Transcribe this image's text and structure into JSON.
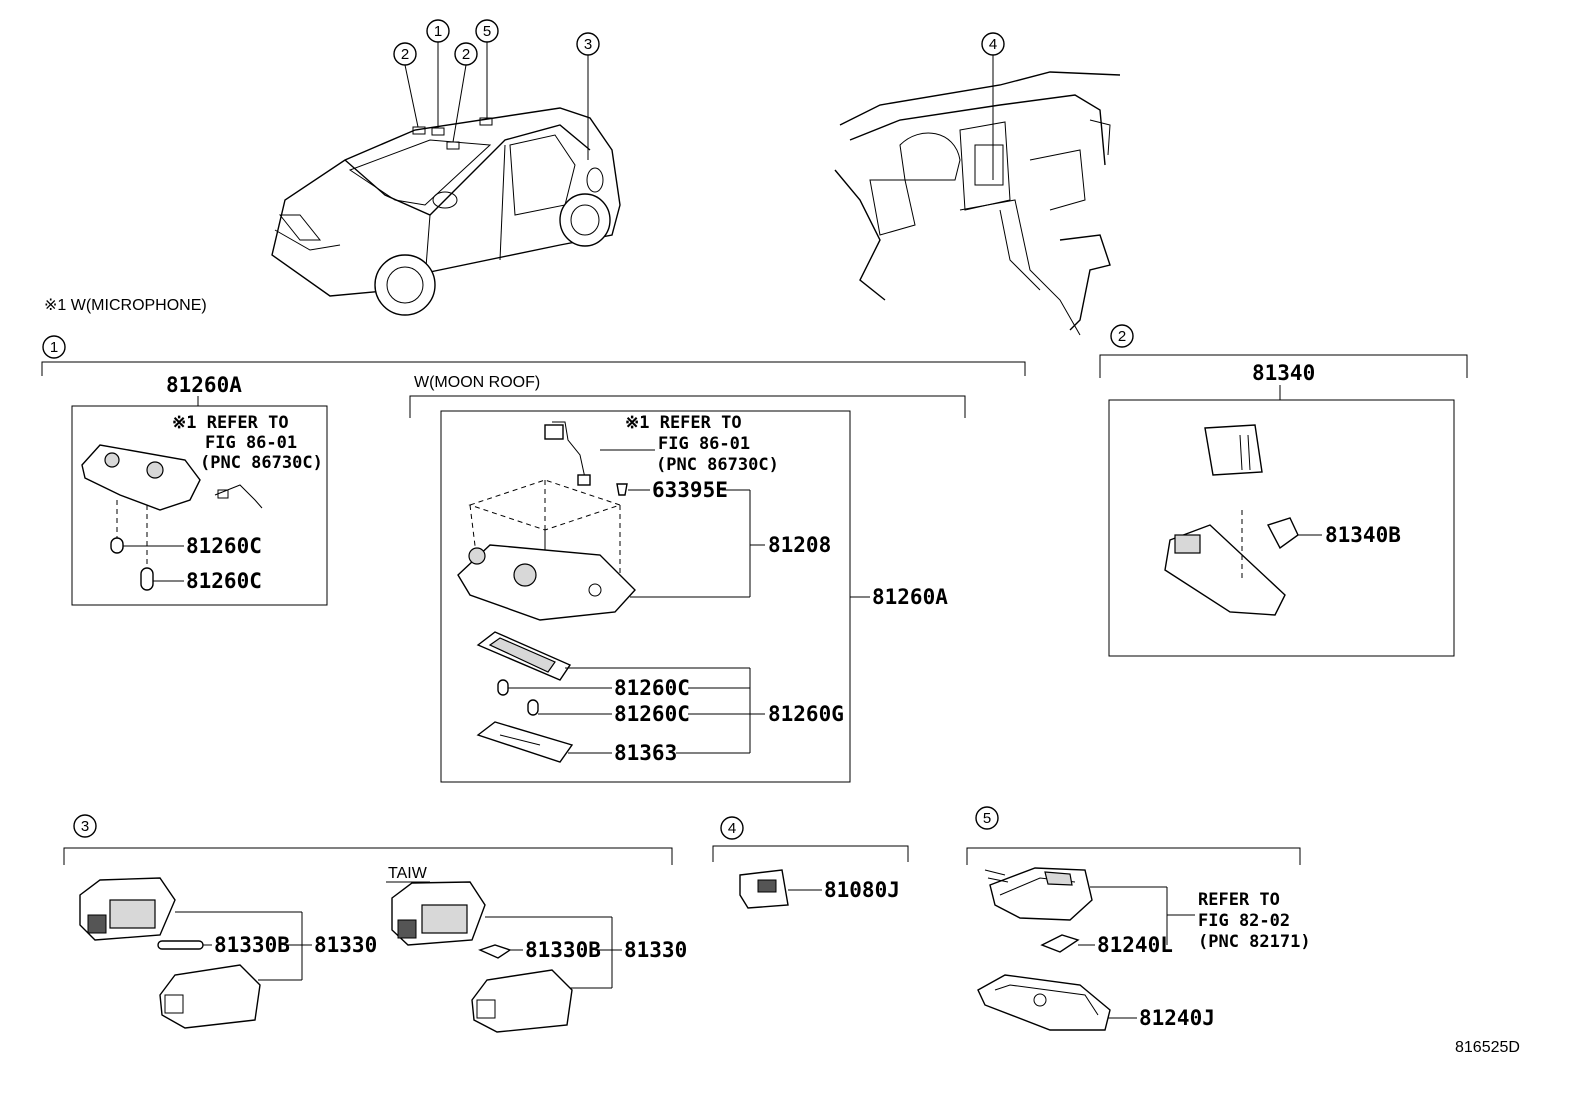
{
  "note_microphone": "※1 W(MICROPHONE)",
  "callouts": {
    "c1": "1",
    "c2": "2",
    "c3": "3",
    "c4": "4",
    "c5": "5"
  },
  "groups": {
    "moon_roof_label": "W(MOON ROOF)",
    "taiw_label": "TAIW"
  },
  "refer_note_1": {
    "line1": "※1 REFER TO",
    "line2": "FIG 86-01",
    "line3": "(PNC 86730C)"
  },
  "refer_note_2": {
    "line1": "REFER TO",
    "line2": "FIG 82-02",
    "line3": "(PNC 82171)"
  },
  "parts": {
    "p81260A": "81260A",
    "p81260C": "81260C",
    "p63395E": "63395E",
    "p81208": "81208",
    "p81260G": "81260G",
    "p81363": "81363",
    "p81340": "81340",
    "p81340B": "81340B",
    "p81330": "81330",
    "p81330B": "81330B",
    "p81080J": "81080J",
    "p81240L": "81240L",
    "p81240J": "81240J"
  },
  "diagram_id": "816525D"
}
